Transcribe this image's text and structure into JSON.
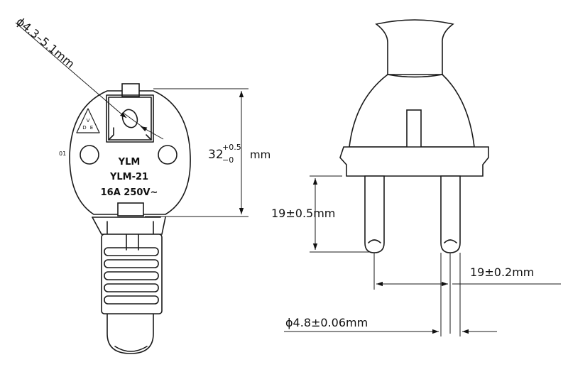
{
  "front_view": {
    "cable_dia": "ϕ4.3–5.1mm",
    "marking_brand": "YLM",
    "marking_model": "YLM-21",
    "marking_rating": "16A 250V~",
    "mold_code": "01",
    "vde_logo_text": "VDE",
    "height_dim": {
      "base": "32",
      "tol_plus": "+0.5",
      "tol_minus": "−0",
      "unit": "mm"
    }
  },
  "side_view": {
    "pin_length": "19±0.5mm",
    "pin_spacing": "19±0.2mm",
    "pin_dia": "ϕ4.8±0.06mm"
  }
}
